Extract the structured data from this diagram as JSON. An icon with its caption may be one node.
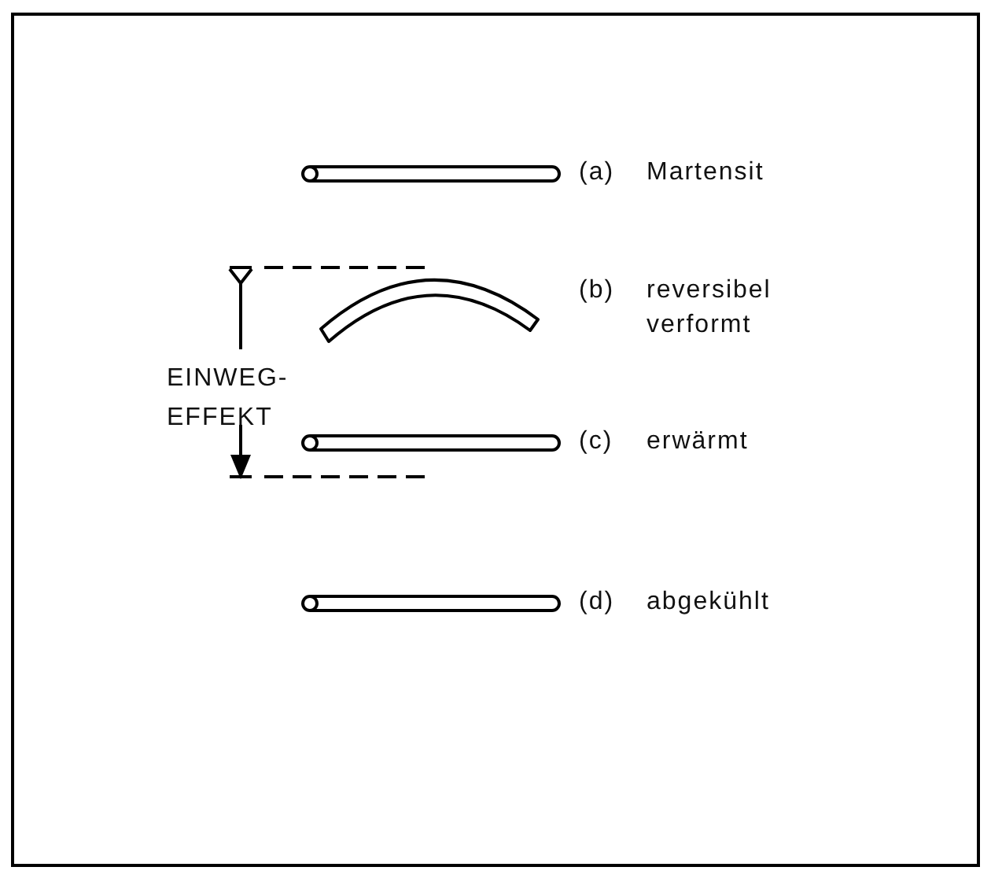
{
  "diagram": {
    "labels": [
      "(a)",
      "Martensit",
      "(b)",
      "reversibel verformt",
      "EINWEG- EFFEKT",
      "(c)",
      "erwärmt",
      "(d)",
      "abgekühlt"
    ]
  }
}
